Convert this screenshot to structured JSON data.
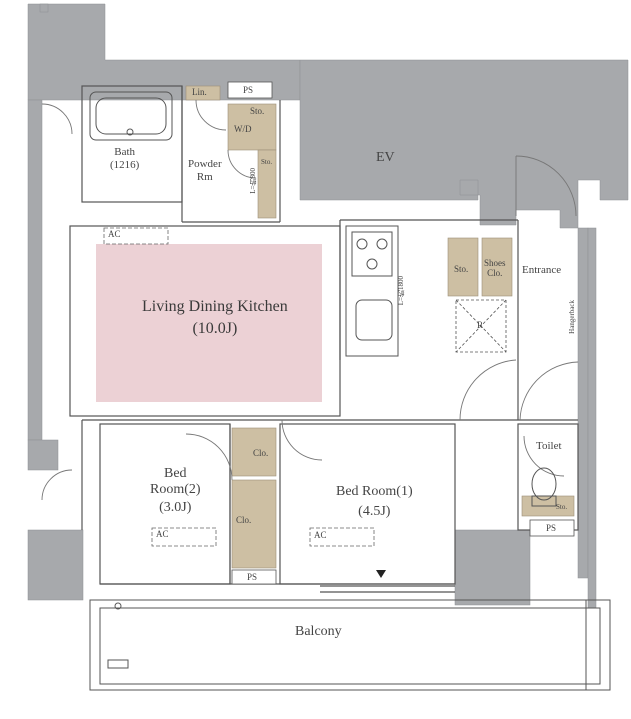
{
  "colors": {
    "wall": "#a7a9ac",
    "wall_stroke": "#8e9093",
    "storage": "#cdbfa3",
    "ldk_fill": "#ecd1d5",
    "line": "#555555"
  },
  "rooms": {
    "ldk": {
      "name": "Living Dining Kitchen",
      "size": "(10.0J)"
    },
    "bed1": {
      "name": "Bed Room(1)",
      "size": "(4.5J)"
    },
    "bed2": {
      "line1": "Bed",
      "line2": "Room(2)",
      "size": "(3.0J)"
    },
    "bath": {
      "name": "Bath",
      "size": "(1216)"
    },
    "powder": {
      "line1": "Powder",
      "line2": "Rm"
    },
    "toilet": {
      "name": "Toilet"
    },
    "entrance": {
      "name": "Entrance"
    },
    "balcony": {
      "name": "Balcony"
    },
    "ev": {
      "name": "EV"
    }
  },
  "fixtures": {
    "lin": "Lin.",
    "ps": "PS",
    "sto": "Sto.",
    "wd": "W/D",
    "shoes_line1": "Shoes",
    "shoes_line2": "Clo.",
    "clo": "Clo.",
    "ac": "AC",
    "r": "R",
    "hanger_rack": "Hangerback",
    "l_powder": "L=約800",
    "l_kitchen": "L=約1800"
  }
}
